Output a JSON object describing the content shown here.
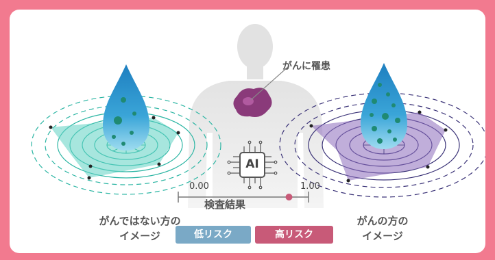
{
  "labels": {
    "non_cancer_line1": "がんではない方の",
    "non_cancer_line2": "イメージ",
    "cancer_line1": "がんの方の",
    "cancer_line2": "イメージ",
    "cancer_callout": "がんに罹患",
    "result_title": "検査結果",
    "chip_text": "AI"
  },
  "risk_scale": {
    "min_label": "0.00",
    "max_label": "1.00",
    "value": 0.85,
    "low_label": "低リスク",
    "high_label": "高リスク"
  },
  "colors": {
    "background": "#f27a8f",
    "low_risk": "#7aa9c6",
    "high_risk": "#c85a78",
    "left_rings": "#2bb5a3",
    "right_rings": "#3a3277",
    "left_fill": "#5fd1c2",
    "right_fill": "#8c6cbc",
    "tumor": "#8a3a7a"
  },
  "icons": {
    "left_drop": "droplet-icon",
    "right_drop": "droplet-icon",
    "person": "human-silhouette-icon",
    "chip": "ai-chip-icon"
  }
}
